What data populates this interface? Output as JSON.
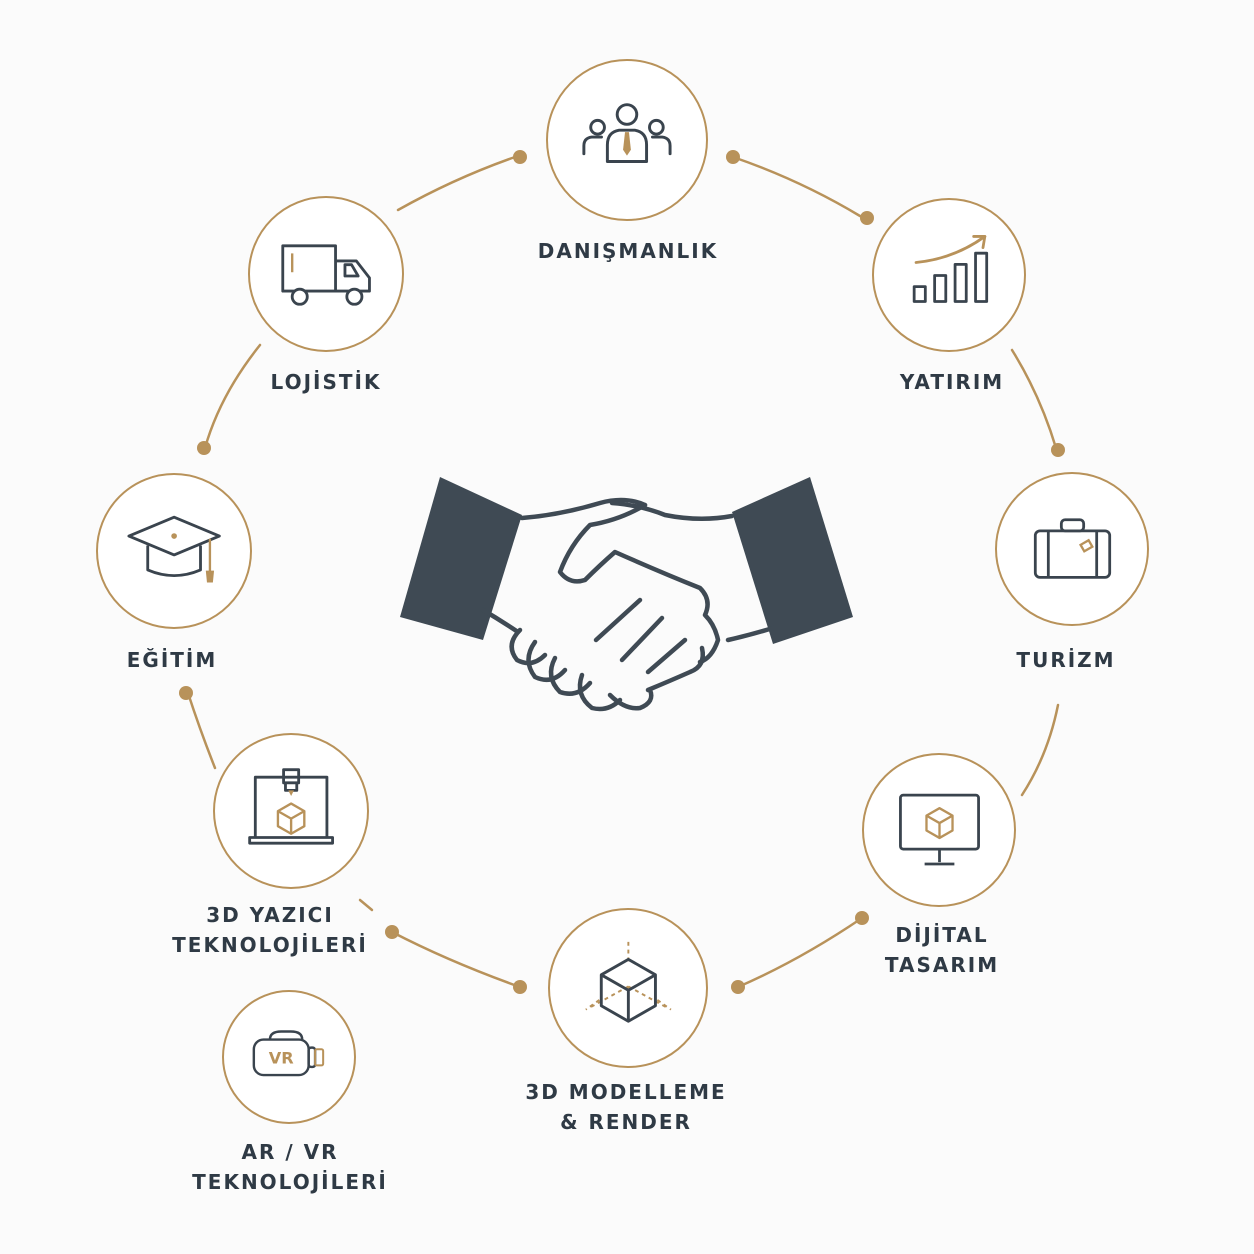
{
  "colors": {
    "accent": "#b8925a",
    "ink": "#3a444e",
    "dark": "#3f4a54"
  },
  "center_icon": "handshake-icon",
  "services": [
    {
      "id": "danismanlik",
      "icon": "people-icon",
      "lines": [
        "DANIŞMANLIK"
      ]
    },
    {
      "id": "yatirim",
      "icon": "growth-chart-icon",
      "lines": [
        "YATIRIM"
      ]
    },
    {
      "id": "turizm",
      "icon": "suitcase-icon",
      "lines": [
        "TURİZM"
      ]
    },
    {
      "id": "dijital-tasarim",
      "icon": "monitor-cube-icon",
      "lines": [
        "DİJİTAL",
        "TASARIM"
      ]
    },
    {
      "id": "3d-modelleme",
      "icon": "cube-wireframe-icon",
      "lines": [
        "3D MODELLEME",
        "& RENDER"
      ]
    },
    {
      "id": "3d-yazici",
      "icon": "3d-printer-icon",
      "lines": [
        "3D YAZICI",
        "TEKNOLOJİLERİ"
      ]
    },
    {
      "id": "ar-vr",
      "icon": "vr-headset-icon",
      "lines": [
        "AR / VR",
        "TEKNOLOJİLERİ"
      ],
      "icon_text": "VR"
    },
    {
      "id": "egitim",
      "icon": "graduation-cap-icon",
      "lines": [
        "EĞİTİM"
      ]
    },
    {
      "id": "lojistik",
      "icon": "truck-icon",
      "lines": [
        "LOJİSTİK"
      ]
    }
  ]
}
